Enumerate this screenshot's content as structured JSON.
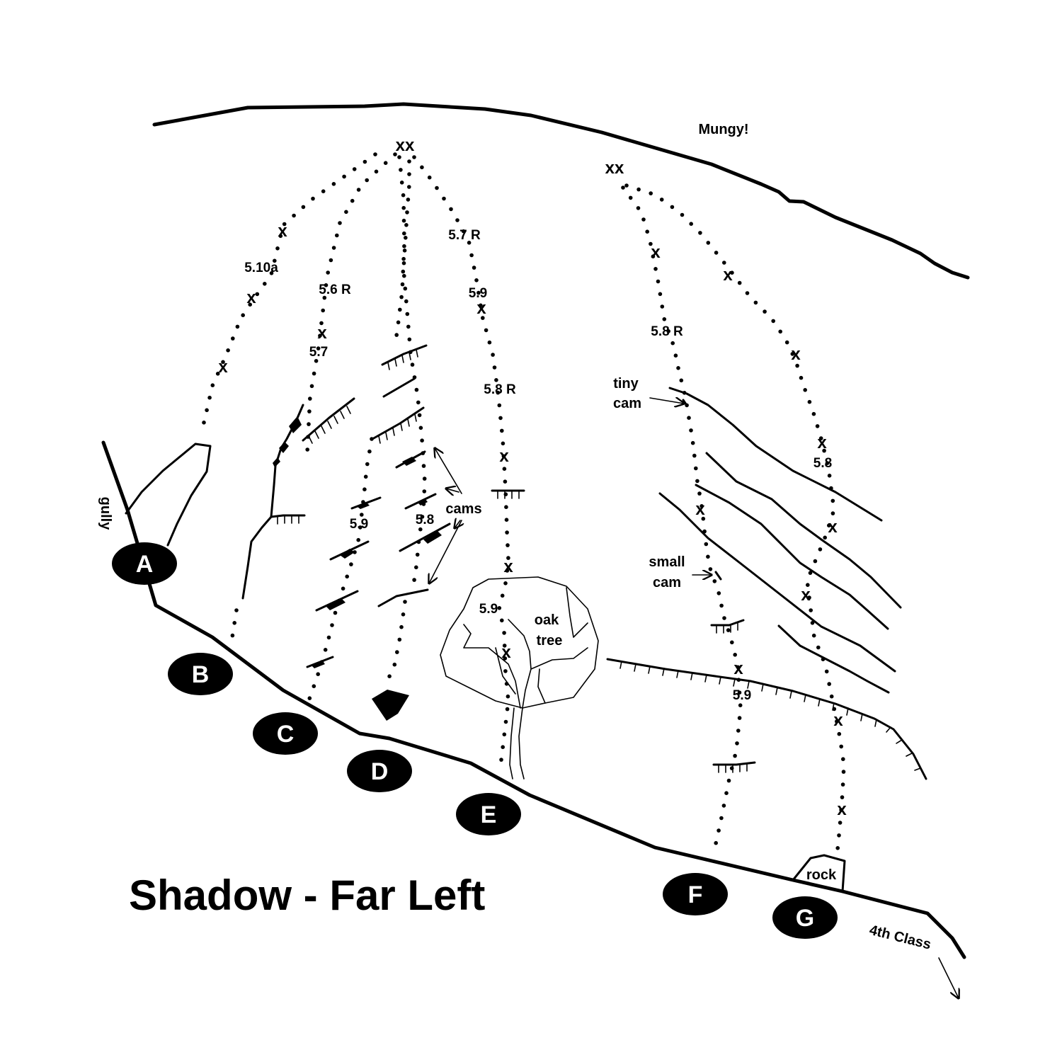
{
  "title": "Shadow - Far Left",
  "routes": [
    "A",
    "B",
    "C",
    "D",
    "E",
    "F",
    "G"
  ],
  "grades": [
    "5.10a",
    "5.6 R",
    "5.7",
    "5.7 R",
    "5.9",
    "5.8 R",
    "5.9",
    "5.8",
    "5.9",
    "5.8 R",
    "5.8",
    "5.9"
  ],
  "bolt_mark": "x",
  "anchor_mark": "xx",
  "annotations": {
    "mungy": "Mungy!",
    "gully": "gully",
    "cams": "cams",
    "tiny_cam_1": "tiny",
    "tiny_cam_2": "cam",
    "small_cam_1": "small",
    "small_cam_2": "cam",
    "oak_tree_1": "oak",
    "oak_tree_2": "tree",
    "rock": "rock",
    "fourth_class": "4th Class"
  }
}
